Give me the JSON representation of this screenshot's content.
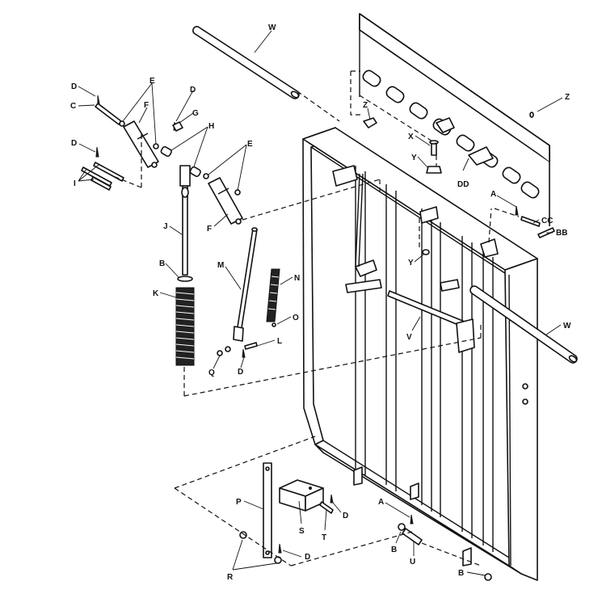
{
  "diagram": {
    "labels": {
      "W1": "W",
      "Z1": "Z",
      "D1": "D",
      "C": "C",
      "E1": "E",
      "F1": "F",
      "D2": "D",
      "G": "G",
      "H": "H",
      "D3": "D",
      "I": "I",
      "E2": "E",
      "J": "J",
      "F2": "F",
      "B1": "B",
      "K": "K",
      "M": "M",
      "N": "N",
      "O": "O",
      "L": "L",
      "Q": "Q",
      "D4": "D",
      "Z2": "Z",
      "X": "X",
      "Y1": "Y",
      "DD": "DD",
      "A1": "A",
      "CC": "CC",
      "BB": "BB",
      "Y2": "Y",
      "V": "V",
      "W2": "W",
      "P": "P",
      "S": "S",
      "T": "T",
      "D5": "D",
      "R": "R",
      "D6": "D",
      "A2": "A",
      "B2": "B",
      "U": "U",
      "B3": "B"
    }
  }
}
